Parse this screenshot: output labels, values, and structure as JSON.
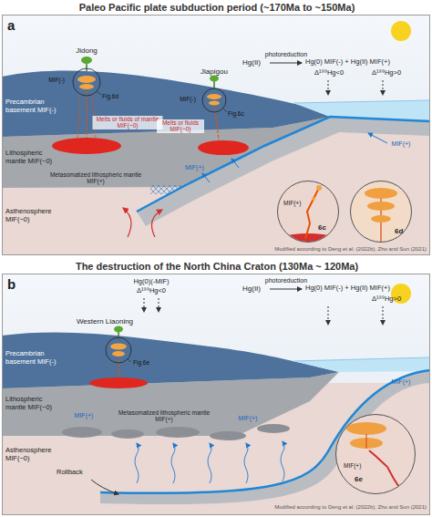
{
  "diagram": {
    "nodes": [
      {
        "text": [
          "Paleo Pacific plate subduction period (~170Ma to ~150Ma)",
          "a"
        ]
      },
      {
        "text": [
          "MIF(+)",
          "6c"
        ],
        "in": 0
      },
      {
        "text": [
          "6d"
        ],
        "in": 0
      },
      {
        "text": [
          "The destruction of the North China Craton (130Ma ~ 120Ma)",
          "b"
        ]
      },
      {
        "text": [
          "MIF(+)",
          "6e"
        ],
        "in": 3
      }
    ],
    "labels": [
      "Jidong",
      "Hg(II)",
      "photoreduction",
      "Hg(0) MIF(-) + Hg(II) MIF(+)",
      "Δ¹⁹⁹Hg<0",
      "Δ¹⁹⁹Hg>0",
      "MIF(-)",
      "Jiapigou",
      "Fig.6d",
      "MIF(-)",
      "Fig.6c",
      "Precambrian basement MIF(-)",
      "MIF(+)",
      "Melts or fluids of mantle MIF(~0)",
      "Melts or fluids MIF(~0)",
      "Lithospheric mantle MIF(~0)",
      "MIF(+)",
      "Metasomatized lithospheric mantle MIF(+)",
      "Asthenosphere MIF(~0)",
      "Modified according to Deng et al. (2022b), Zhu and Sun (2021)",
      "Hg(0)(-MIF)",
      "Δ¹⁹⁹Hg<0",
      "Hg(II)",
      "photoreduction",
      "Hg(0) MIF(-) + Hg(II) MIF(+)",
      "Δ¹⁹⁹Hg>0",
      "Western Liaoning",
      "Fig.6e",
      "Precambrian basement MIF(-)",
      "MIF(+)",
      "Lithospheric mantle MIF(~0)",
      "MIF(+)",
      "Metasomatized lithospheric mantle MIF(+)",
      "MIF(+)",
      "Asthenosphere MIF(~0)",
      "Rollback",
      "Modified according to Deng et al. (2022b), Zhu and Sun (2021)"
    ]
  }
}
